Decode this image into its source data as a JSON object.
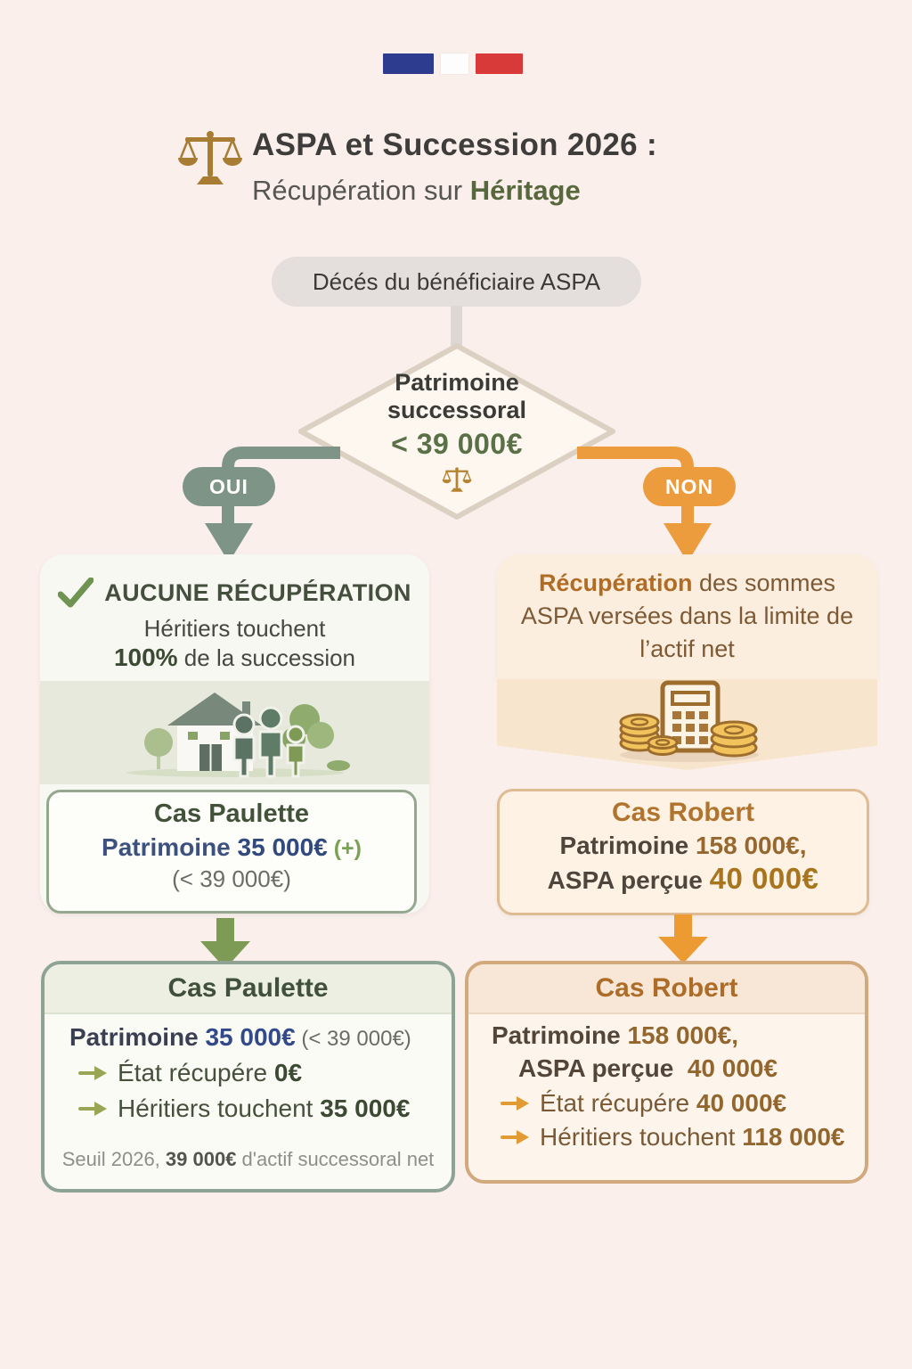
{
  "title": {
    "line1": "ASPA et Succession 2026 :",
    "line2_prefix": "Récupération sur ",
    "line2_accent": "Héritage"
  },
  "flow": {
    "start": "Décés du bénéficiaire ASPA",
    "decision_line1": "Patrimoine",
    "decision_line2": "successoral",
    "decision_threshold": "< 39 000€",
    "yes": "OUI",
    "no": "NON"
  },
  "left": {
    "headline": "AUCUNE RÉCUPÉRATION",
    "sub_line1": "Héritiers touchent",
    "sub_bold": "100%",
    "sub_rest": " de la succession",
    "case": {
      "title": "Cas Paulette",
      "patrimoine_label": "Patrimoine ",
      "patrimoine_value": "35 000€",
      "plus": " (+)",
      "note": "(< 39 000€)"
    },
    "detail": {
      "title": "Cas Paulette",
      "patrimoine_label": "Patrimoine ",
      "patrimoine_value": "35 000€",
      "patrimoine_note": " (< 39 000€)",
      "row1_label": "État récupére ",
      "row1_value": "0€",
      "row2_label": "Héritiers touchent ",
      "row2_value": "35 000€",
      "footnote_prefix": "Seuil 2026, ",
      "footnote_bold": "39 000€",
      "footnote_suffix": " d'actif successoral net"
    }
  },
  "right": {
    "headline_bold": "Récupération",
    "headline_rest": " des sommes ASPA versées dans la limite de l’actif net",
    "case": {
      "title": "Cas Robert",
      "line1_label": "Patrimoine ",
      "line1_value": "158 000€,",
      "line2_label": "ASPA perçue  ",
      "line2_value": "40 000€"
    },
    "detail": {
      "title": "Cas Robert",
      "line1_label": "Patrimoine ",
      "line1_value": "158 000€,",
      "line2_label": "ASPA perçue  ",
      "line2_value": "40 000€",
      "row1_label": "État récupére ",
      "row1_value": "40 000€",
      "row2_label": "Héritiers touchent ",
      "row2_value": "118 000€"
    }
  },
  "colors": {
    "background": "#FAEFEB",
    "green_branch": "#7D9486",
    "olive_arrow": "#7E9B55",
    "dark_green_text": "#44533B",
    "navy_value": "#32498A",
    "orange_branch": "#EC9C3C",
    "brown_text": "#7D5A35",
    "brown_value": "#96682F",
    "gold_icon": "#A87C33",
    "flag_blue": "#2E3C90",
    "flag_red": "#D83A3A"
  }
}
